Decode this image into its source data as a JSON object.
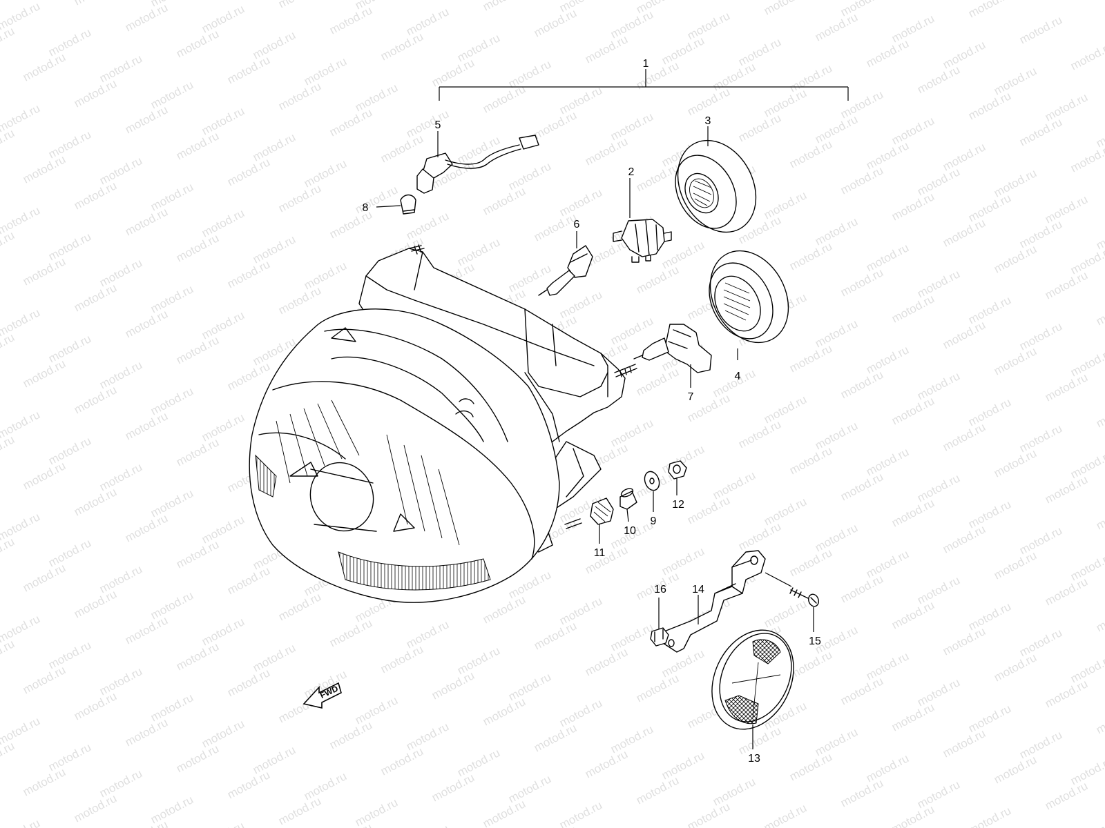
{
  "watermark": "motod.ru",
  "direction_marker": "FWD",
  "parts": [
    {
      "id": "p1",
      "label": "1"
    },
    {
      "id": "p2",
      "label": "2"
    },
    {
      "id": "p3",
      "label": "3"
    },
    {
      "id": "p4",
      "label": "4"
    },
    {
      "id": "p5",
      "label": "5"
    },
    {
      "id": "p6",
      "label": "6"
    },
    {
      "id": "p7",
      "label": "7"
    },
    {
      "id": "p8",
      "label": "8"
    },
    {
      "id": "p9",
      "label": "9"
    },
    {
      "id": "p10",
      "label": "10"
    },
    {
      "id": "p11",
      "label": "11"
    },
    {
      "id": "p12",
      "label": "12"
    },
    {
      "id": "p13",
      "label": "13"
    },
    {
      "id": "p14",
      "label": "14"
    },
    {
      "id": "p15",
      "label": "15"
    },
    {
      "id": "p16",
      "label": "16"
    }
  ]
}
